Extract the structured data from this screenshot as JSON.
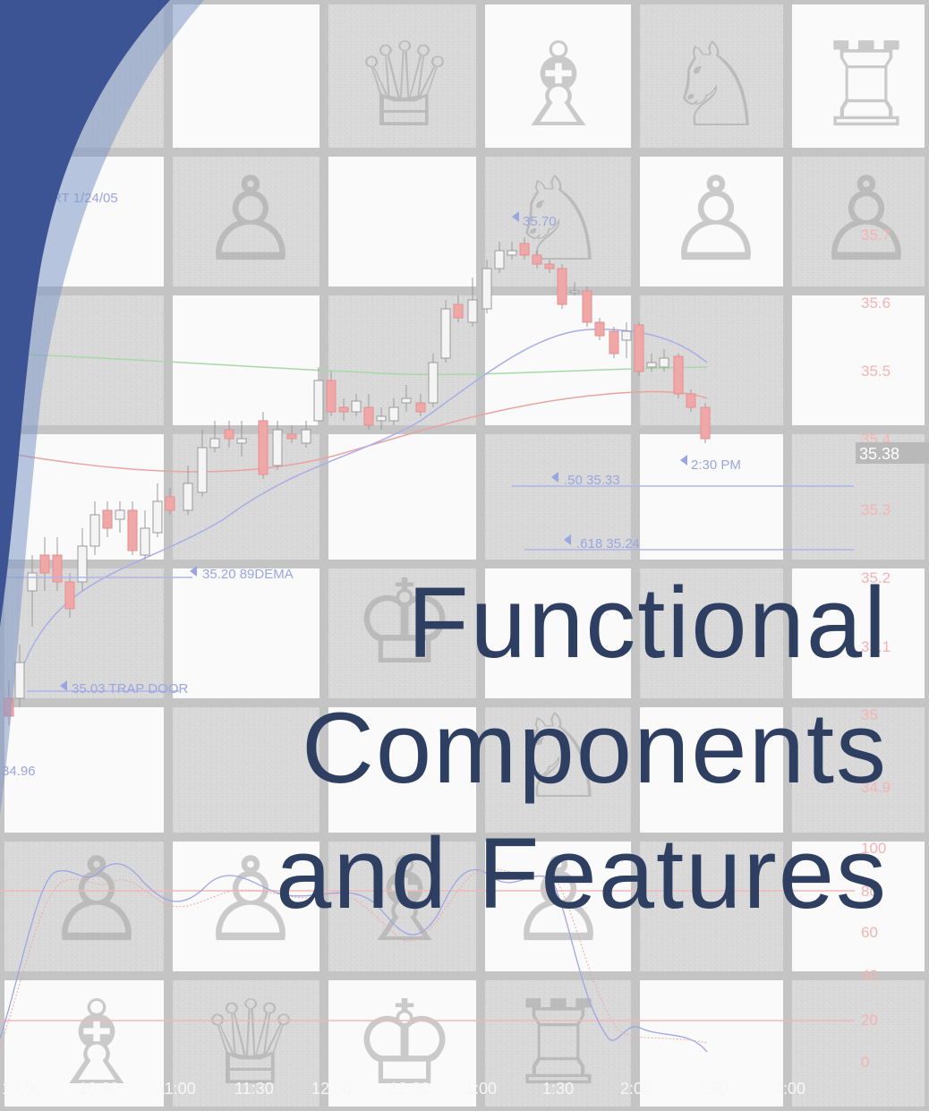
{
  "slide": {
    "title_lines": [
      "Functional",
      "Components",
      "and Features"
    ]
  },
  "background_chart": {
    "header_text": "RT 1/24/05",
    "price_ticks": [
      "35.7",
      "35.6",
      "35.5",
      "35.4",
      "35.3",
      "35.2",
      "35.1",
      "35",
      "34.9"
    ],
    "current_price": "35.38",
    "oscillator_ticks": [
      "100",
      "80",
      "60",
      "40",
      "20",
      "0"
    ],
    "time_ticks": [
      "10:00",
      "10:30",
      "11:00",
      "11:30",
      "12:00",
      "12:30",
      "1:00",
      "1:30",
      "2:00",
      "2:30",
      "3:00"
    ],
    "annotations": [
      "35.70",
      "2:30 PM",
      ".50 35.33",
      ".618 35.24",
      "35.20 89DEMA",
      "35.03 TRAP DOOR",
      "34.96"
    ]
  },
  "colors": {
    "title": "#2e3f62",
    "swoosh": "#3d5494",
    "swoosh_light": "#9fb1d3",
    "price_axis": "#f2b4b4",
    "annotation": "#9aa6e0"
  },
  "icons": [
    "chess-pieces-grid",
    "candlestick-chart"
  ]
}
